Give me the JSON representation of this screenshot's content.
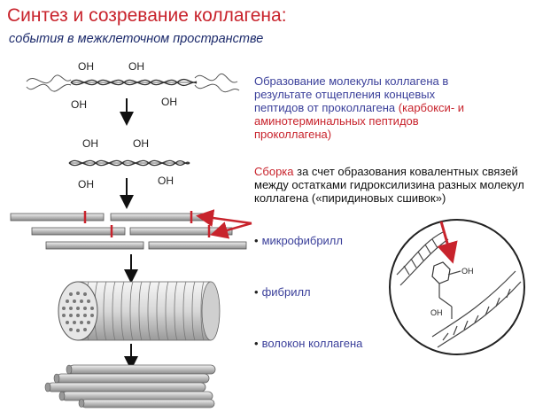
{
  "header": {
    "title": "Синтез и созревание коллагена:",
    "subtitle": "события в межклеточном пространстве"
  },
  "step1": {
    "blue_text": "Образование молекулы коллагена в результате отщепления концевых пептидов от проколлагена",
    "red_text": "(карбокси- и аминотерминальных пептидов проколлагена)"
  },
  "step2": {
    "red_text": "Сборка",
    "dark_text": "за счет образования ковалентных связей между остатками гидроксилизина разных молекул коллагена («пиридиновых сшивок»)"
  },
  "labels": {
    "microfibril": "микрофибрилл",
    "fibril": "фибрилл",
    "fiber": "волокон коллагена",
    "oh": "OH"
  },
  "colors": {
    "red_accent": "#c8232c",
    "blue_text": "#3a3f9a"
  }
}
